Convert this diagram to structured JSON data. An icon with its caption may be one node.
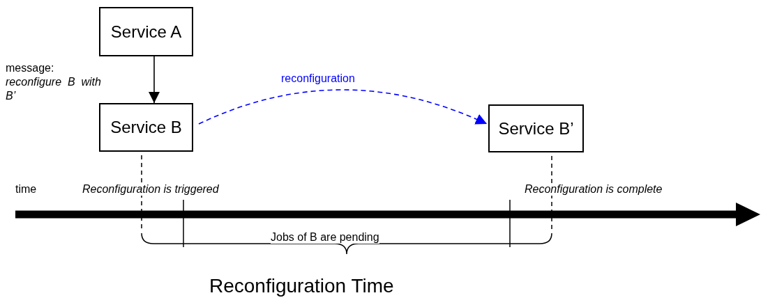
{
  "diagram": {
    "nodes": [
      {
        "text": [
          "Service A"
        ]
      },
      {
        "text": [
          "Service B"
        ]
      },
      {
        "text": [
          "Service B’"
        ]
      }
    ],
    "edges": [
      {
        "from": 0,
        "to": 1,
        "arrow": "to",
        "label": "message: *reconfigure  B  with B’*"
      },
      {
        "from": 1,
        "to": 2,
        "arrow": "to",
        "label": "reconfiguration",
        "style": "dashed",
        "color": "#0000ff"
      }
    ],
    "labels": [
      "time",
      "Reconfiguration is triggered",
      "Reconfiguration is complete",
      "Jobs of B are pending",
      "Reconfiguration Time"
    ]
  }
}
